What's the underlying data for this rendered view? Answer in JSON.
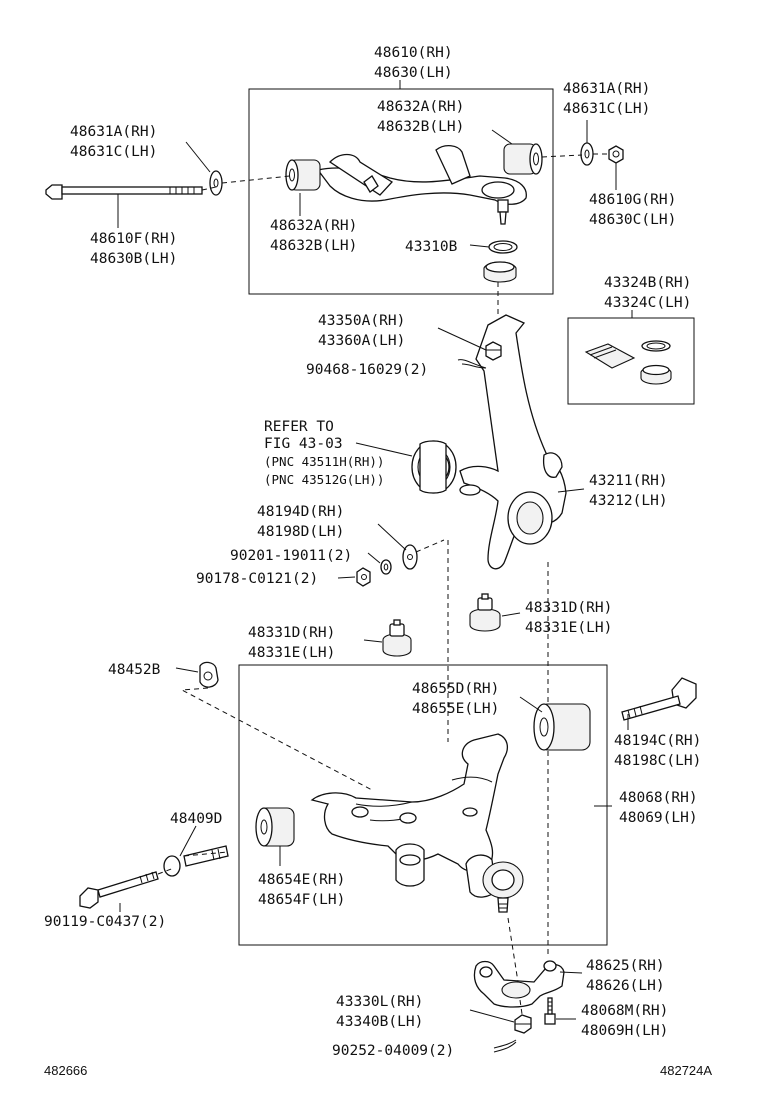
{
  "labels": {
    "upper_arm": [
      "48610(RH)",
      "48630(LH)"
    ],
    "bush_upper_right": [
      "48632A(RH)",
      "48632B(LH)"
    ],
    "bush_upper_left": [
      "48632A(RH)",
      "48632B(LH)"
    ],
    "washer_right": [
      "48631A(RH)",
      "48631C(LH)"
    ],
    "washer_left": [
      "48631A(RH)",
      "48631C(LH)"
    ],
    "nut_upper": [
      "48610G(RH)",
      "48630C(LH)"
    ],
    "bolt_upper": [
      "48610F(RH)",
      "48630B(LH)"
    ],
    "ring_upper": "43310B",
    "boot_kit": [
      "43324B(RH)",
      "43324C(LH)"
    ],
    "knuckle_nut": [
      "43350A(RH)",
      "43360A(LH)"
    ],
    "cotter_pin_upper": "90468-16029(2)",
    "refer": [
      "REFER TO",
      "FIG 43-03",
      "(PNC 43511H(RH))",
      "(PNC 43512G(LH))"
    ],
    "knuckle": [
      "43211(RH)",
      "43212(LH)"
    ],
    "cam_plate": [
      "48194D(RH)",
      "48198D(LH)"
    ],
    "washer_small": "90201-19011(2)",
    "nut_small": "90178-C0121(2)",
    "bumper_right": [
      "48331D(RH)",
      "48331E(LH)"
    ],
    "bumper_left": [
      "48331D(RH)",
      "48331E(LH)"
    ],
    "stopper": "48452B",
    "bush_lower_front": [
      "48655D(RH)",
      "48655E(LH)"
    ],
    "bolt_lower_right": [
      "48194C(RH)",
      "48198C(LH)"
    ],
    "lower_arm": [
      "48068(RH)",
      "48069(LH)"
    ],
    "cam": "48409D",
    "bush_lower_rear": [
      "48654E(RH)",
      "48654F(LH)"
    ],
    "bolt_lower_left": "90119-C0437(2)",
    "ball_joint": [
      "48625(RH)",
      "48626(LH)"
    ],
    "nut_lower": [
      "43330L(RH)",
      "43340B(LH)"
    ],
    "bolt_ball": [
      "48068M(RH)",
      "48069H(LH)"
    ],
    "cotter_pin_lower": "90252-04009(2)"
  },
  "footer": {
    "left_code": "482666",
    "right_code": "482724A"
  }
}
